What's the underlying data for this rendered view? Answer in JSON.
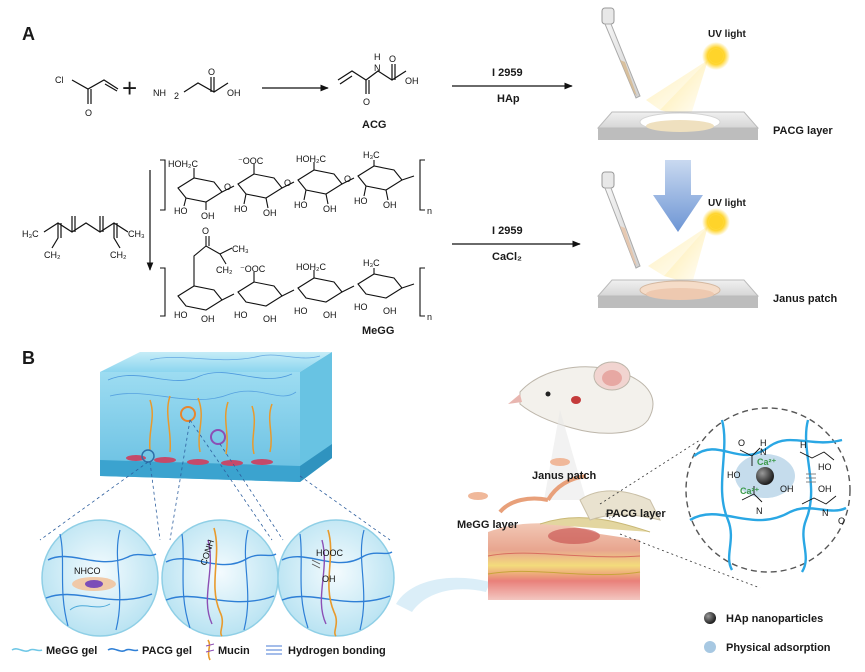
{
  "panel_a": {
    "label": "A",
    "reactant_acryloyl_cl": "Cl",
    "reactant_acryloyl_o": "O",
    "plus": "+",
    "reactant_glycine_nh2": "NH",
    "reactant_glycine_sub": "2",
    "reactant_glycine_oh": "OH",
    "reactant_glycine_o": "O",
    "product_acg": "ACG",
    "product_acg_h": "H",
    "product_acg_n": "N",
    "product_acg_oh": "OH",
    "product_acg_o1": "O",
    "product_acg_o2": "O",
    "step1_reagent1": "I 2959",
    "step1_reagent2": "HAp",
    "step2_reagent1": "I 2959",
    "step2_reagent2": "CaCl₂",
    "uv_light_1": "UV light",
    "uv_light_2": "UV light",
    "pacg_layer": "PACG layer",
    "janus_patch": "Janus patch",
    "anhydride_h3c": "H₃C",
    "anhydride_ch3": "CH₃",
    "anhydride_ch2a": "CH₂",
    "anhydride_ch2b": "CH₂",
    "gg_hoh2c_1": "HOH₂C",
    "gg_coo": "⁻OOC",
    "gg_hoh2c_2": "HOH₂C",
    "gg_h3c": "H₃C",
    "gg_ho": "HO",
    "gg_oh": "OH",
    "gg_o": "O",
    "gg_n": "n",
    "megg_ch3": "CH₃",
    "megg_ch2": "CH₂",
    "megg_label": "MeGG"
  },
  "panel_b": {
    "label": "B",
    "zoom1_text": "NHCO",
    "zoom2_text": "CONH",
    "zoom3_text1": "HOOC",
    "zoom3_text2": "OH",
    "janus_patch": "Janus patch",
    "pacg_layer": "PACG layer",
    "megg_layer": "MeGG layer",
    "ca_1": "Ca²⁺",
    "ca_2": "Ca²⁺",
    "chem_ho": "HO",
    "chem_oh": "OH",
    "chem_o": "O",
    "chem_h": "H",
    "chem_n": "N",
    "legend_megg": "MeGG gel",
    "legend_pacg": "PACG gel",
    "legend_mucin": "Mucin",
    "legend_hbond": "Hydrogen bonding",
    "legend_hap": "HAp nanoparticles",
    "legend_phys": "Physical adsorption"
  },
  "colors": {
    "gel_blue": "#6fc7e6",
    "network_blue": "#2e7fd6",
    "arrow_blue": "#a9c3e6",
    "uv_yellow": "#ffd42a",
    "ca_green": "#3b9a4a",
    "mucin_orange": "#e89a2c",
    "mucin_purple": "#8c4fb5"
  }
}
